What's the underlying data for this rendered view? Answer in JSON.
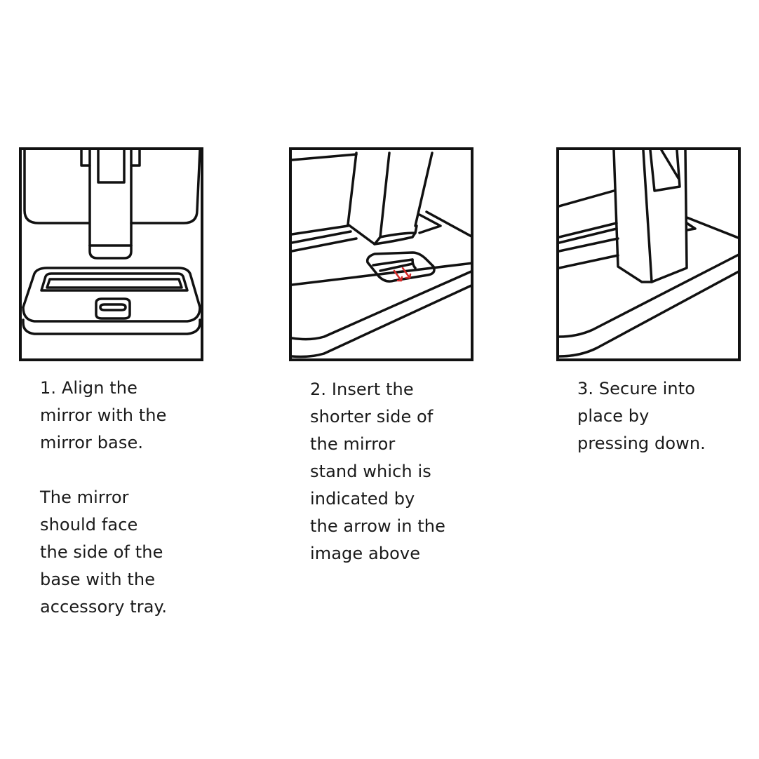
{
  "steps": [
    {
      "number": 1,
      "illustration": "mirror-aligned-above-base",
      "text": "1. Align the\nmirror with the\nmirror base.",
      "note": "The mirror\nshould face\nthe side of the\nbase with the\naccessory tray."
    },
    {
      "number": 2,
      "illustration": "insert-stand-into-slot",
      "text": "2. Insert the\nshorter side of\nthe mirror\nstand which is\nindicated by\nthe arrow in the\nimage above",
      "arrow_color": "#d42a2a"
    },
    {
      "number": 3,
      "illustration": "stand-pressed-into-base",
      "text": "3. Secure into\nplace by\npressing down."
    }
  ],
  "colors": {
    "line": "#111111",
    "text": "#1a1a1a",
    "arrow": "#d42a2a",
    "background": "#ffffff"
  }
}
